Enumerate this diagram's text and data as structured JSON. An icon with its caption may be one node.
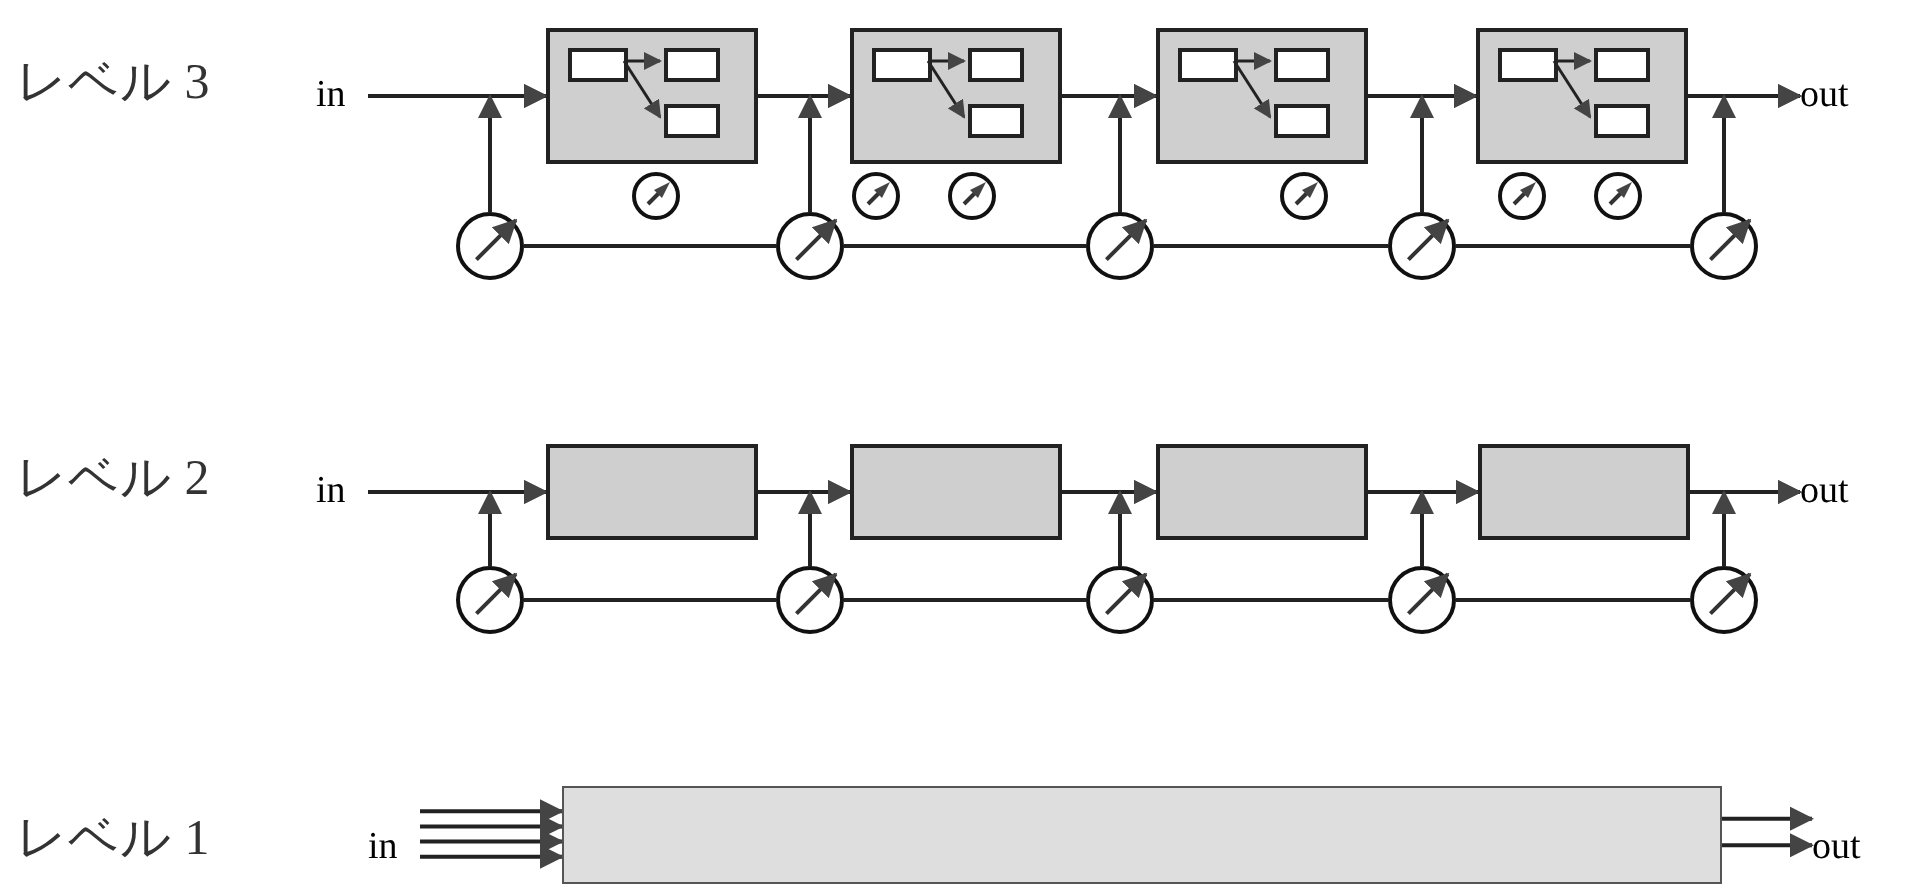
{
  "diagram": {
    "nodes": [
      {
        "text": [
          "in"
        ]
      },
      {
        "text": [],
        "shape": "box"
      },
      {
        "text": [],
        "shape": "box",
        "in": 1
      },
      {
        "text": [],
        "shape": "box",
        "in": 1
      },
      {
        "text": [],
        "shape": "box",
        "in": 1
      },
      {
        "text": [],
        "shape": "box"
      },
      {
        "text": [],
        "shape": "box",
        "in": 5
      },
      {
        "text": [],
        "shape": "box",
        "in": 5
      },
      {
        "text": [],
        "shape": "box",
        "in": 5
      },
      {
        "text": [],
        "shape": "box"
      },
      {
        "text": [],
        "shape": "box",
        "in": 9
      },
      {
        "text": [],
        "shape": "box",
        "in": 9
      },
      {
        "text": [],
        "shape": "box",
        "in": 9
      },
      {
        "text": [],
        "shape": "box"
      },
      {
        "text": [],
        "shape": "box",
        "in": 13
      },
      {
        "text": [],
        "shape": "box",
        "in": 13
      },
      {
        "text": [],
        "shape": "box",
        "in": 13
      },
      {
        "text": [
          "out"
        ]
      },
      {
        "text": [],
        "shape": "circle"
      },
      {
        "text": [],
        "shape": "circle"
      },
      {
        "text": [],
        "shape": "circle"
      },
      {
        "text": [],
        "shape": "circle"
      },
      {
        "text": [],
        "shape": "circle"
      },
      {
        "text": [
          "in"
        ]
      },
      {
        "text": [],
        "shape": "box"
      },
      {
        "text": [],
        "shape": "box"
      },
      {
        "text": [],
        "shape": "box"
      },
      {
        "text": [],
        "shape": "box"
      },
      {
        "text": [
          "out"
        ]
      },
      {
        "text": [],
        "shape": "circle"
      },
      {
        "text": [],
        "shape": "circle"
      },
      {
        "text": [],
        "shape": "circle"
      },
      {
        "text": [],
        "shape": "circle"
      },
      {
        "text": [],
        "shape": "circle"
      },
      {
        "text": [
          "in"
        ]
      },
      {
        "text": [],
        "shape": "bar"
      },
      {
        "text": [
          "out"
        ]
      }
    ],
    "edges": [
      {
        "from": 0,
        "to": 1,
        "arrow": "to"
      },
      {
        "from": 1,
        "to": 5,
        "arrow": "to"
      },
      {
        "from": 5,
        "to": 9,
        "arrow": "to"
      },
      {
        "from": 9,
        "to": 13,
        "arrow": "to"
      },
      {
        "from": 13,
        "to": 17,
        "arrow": "to"
      },
      {
        "from": 2,
        "to": 3,
        "arrow": "to"
      },
      {
        "from": 2,
        "to": 4,
        "arrow": "to"
      },
      {
        "from": 6,
        "to": 7,
        "arrow": "to"
      },
      {
        "from": 6,
        "to": 8,
        "arrow": "to"
      },
      {
        "from": 10,
        "to": 11,
        "arrow": "to"
      },
      {
        "from": 10,
        "to": 12,
        "arrow": "to"
      },
      {
        "from": 14,
        "to": 15,
        "arrow": "to"
      },
      {
        "from": 14,
        "to": 16,
        "arrow": "to"
      },
      {
        "from": 18,
        "to": 1,
        "arrow": "to"
      },
      {
        "from": 19,
        "to": 5,
        "arrow": "to"
      },
      {
        "from": 20,
        "to": 9,
        "arrow": "to"
      },
      {
        "from": 21,
        "to": 13,
        "arrow": "to"
      },
      {
        "from": 22,
        "to": 17,
        "arrow": "to"
      },
      {
        "from": 18,
        "to": 19,
        "arrow": "none"
      },
      {
        "from": 19,
        "to": 20,
        "arrow": "none"
      },
      {
        "from": 20,
        "to": 21,
        "arrow": "none"
      },
      {
        "from": 21,
        "to": 22,
        "arrow": "none"
      },
      {
        "from": 23,
        "to": 24,
        "arrow": "to"
      },
      {
        "from": 24,
        "to": 25,
        "arrow": "to"
      },
      {
        "from": 25,
        "to": 26,
        "arrow": "to"
      },
      {
        "from": 26,
        "to": 27,
        "arrow": "to"
      },
      {
        "from": 27,
        "to": 28,
        "arrow": "to"
      },
      {
        "from": 29,
        "to": 24,
        "arrow": "to"
      },
      {
        "from": 30,
        "to": 25,
        "arrow": "to"
      },
      {
        "from": 31,
        "to": 26,
        "arrow": "to"
      },
      {
        "from": 32,
        "to": 27,
        "arrow": "to"
      },
      {
        "from": 33,
        "to": 28,
        "arrow": "to"
      },
      {
        "from": 29,
        "to": 30,
        "arrow": "none"
      },
      {
        "from": 30,
        "to": 31,
        "arrow": "none"
      },
      {
        "from": 31,
        "to": 32,
        "arrow": "none"
      },
      {
        "from": 32,
        "to": 33,
        "arrow": "none"
      },
      {
        "from": 34,
        "to": 35,
        "arrow": "to"
      },
      {
        "from": 34,
        "to": 35,
        "arrow": "to"
      },
      {
        "from": 34,
        "to": 35,
        "arrow": "to"
      },
      {
        "from": 34,
        "to": 35,
        "arrow": "to"
      },
      {
        "from": 35,
        "to": 36,
        "arrow": "to"
      },
      {
        "from": 35,
        "to": 36,
        "arrow": "to"
      }
    ],
    "labels": [
      "レベル 3",
      "レベル 2",
      "レベル 1"
    ]
  }
}
